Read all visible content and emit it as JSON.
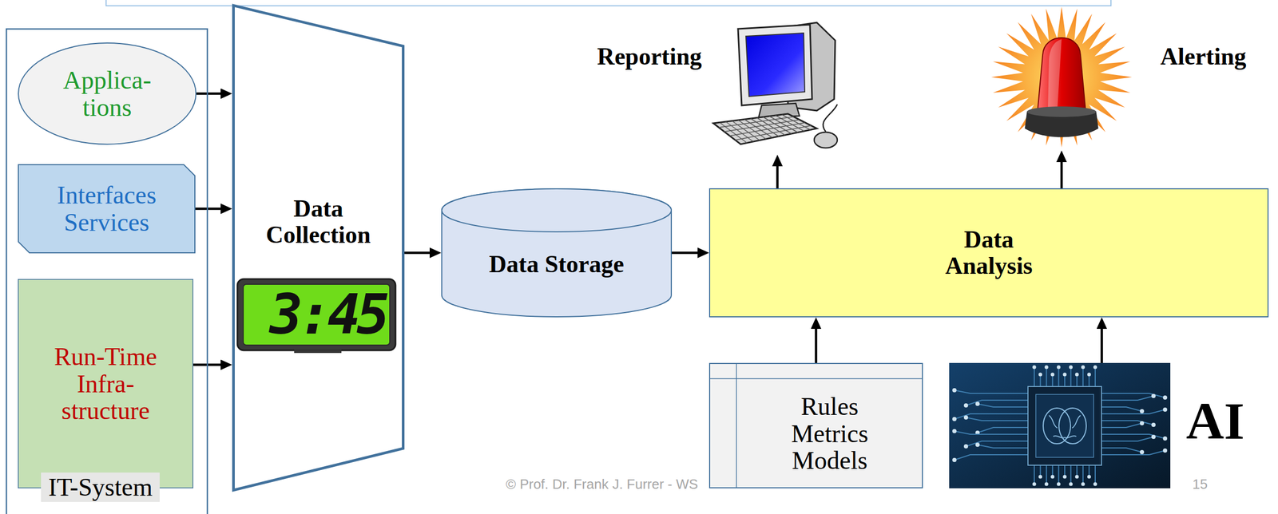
{
  "diagram": {
    "nodes": [
      {
        "text": [
          "IT-System"
        ]
      },
      {
        "text": [
          "Applica- tions"
        ],
        "in": 0
      },
      {
        "text": [
          "Interfaces Services"
        ],
        "in": 0
      },
      {
        "text": [
          "Run-Time Infra- structure"
        ],
        "in": 0
      },
      {
        "text": [
          "Data Collection"
        ]
      },
      {
        "text": [
          "Data Storage"
        ]
      },
      {
        "text": [
          "Data Analysis"
        ]
      },
      {
        "text": [
          "Reporting"
        ]
      },
      {
        "text": [
          "Alerting"
        ]
      },
      {
        "text": [
          "Rules Metrics Models"
        ]
      },
      {
        "text": [
          "AI"
        ]
      }
    ],
    "edges": [
      {
        "from": 1,
        "to": 4,
        "arrow": "to"
      },
      {
        "from": 2,
        "to": 4,
        "arrow": "to"
      },
      {
        "from": 3,
        "to": 4,
        "arrow": "to"
      },
      {
        "from": 4,
        "to": 5,
        "arrow": "to"
      },
      {
        "from": 5,
        "to": 6,
        "arrow": "to"
      },
      {
        "from": 6,
        "to": 7,
        "arrow": "to"
      },
      {
        "from": 6,
        "to": 8,
        "arrow": "to"
      },
      {
        "from": 9,
        "to": 6,
        "arrow": "to"
      },
      {
        "from": 10,
        "to": 6,
        "arrow": "to"
      }
    ],
    "labels": [
      "3:45",
      "© Prof. Dr. Frank J. Furrer - WS",
      "15"
    ]
  }
}
